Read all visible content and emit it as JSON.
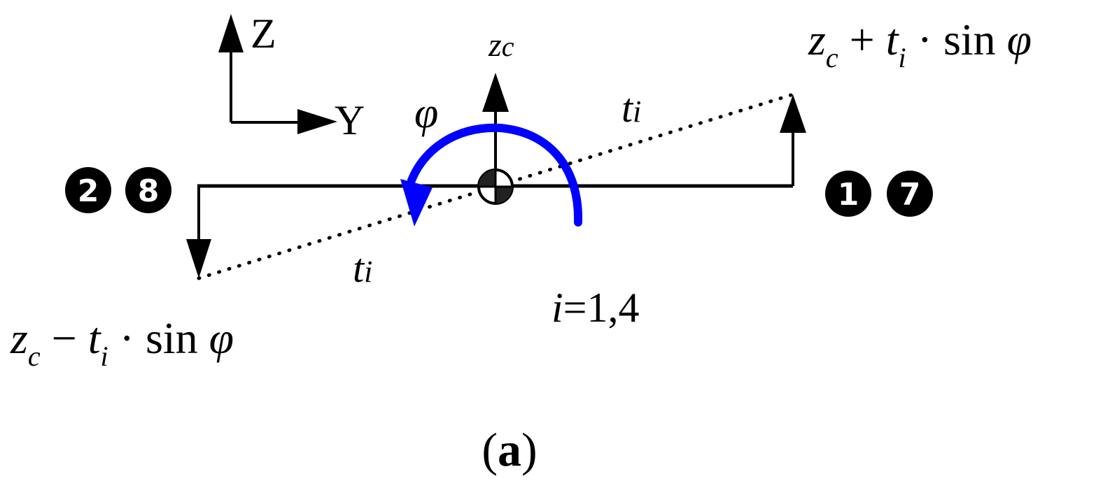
{
  "axes": {
    "z": "Z",
    "y": "Y"
  },
  "zc_label": {
    "base": "z",
    "sub": "c"
  },
  "phi_label": "φ",
  "ti_upper": {
    "base": "t",
    "sub": "i"
  },
  "ti_lower": {
    "base": "t",
    "sub": "i"
  },
  "index_label": {
    "var": "i",
    "rest": "=1,4"
  },
  "top_formula": {
    "z": "z",
    "c": "c",
    "op": " + ",
    "t": "t",
    "i": "i",
    "dot": " · ",
    "sin": "sin",
    "phi": " φ"
  },
  "bottom_formula": {
    "z": "z",
    "c": "c",
    "op": " − ",
    "t": "t",
    "i": "i",
    "dot": " · ",
    "sin": "sin",
    "phi": " φ"
  },
  "badges": {
    "left_a": "2",
    "left_b": "8",
    "right_a": "1",
    "right_b": "7"
  },
  "caption": {
    "open": "(",
    "letter": "a",
    "close": ")"
  },
  "colors": {
    "rotation_arrow": "#0000ff",
    "lines": "#000000"
  }
}
